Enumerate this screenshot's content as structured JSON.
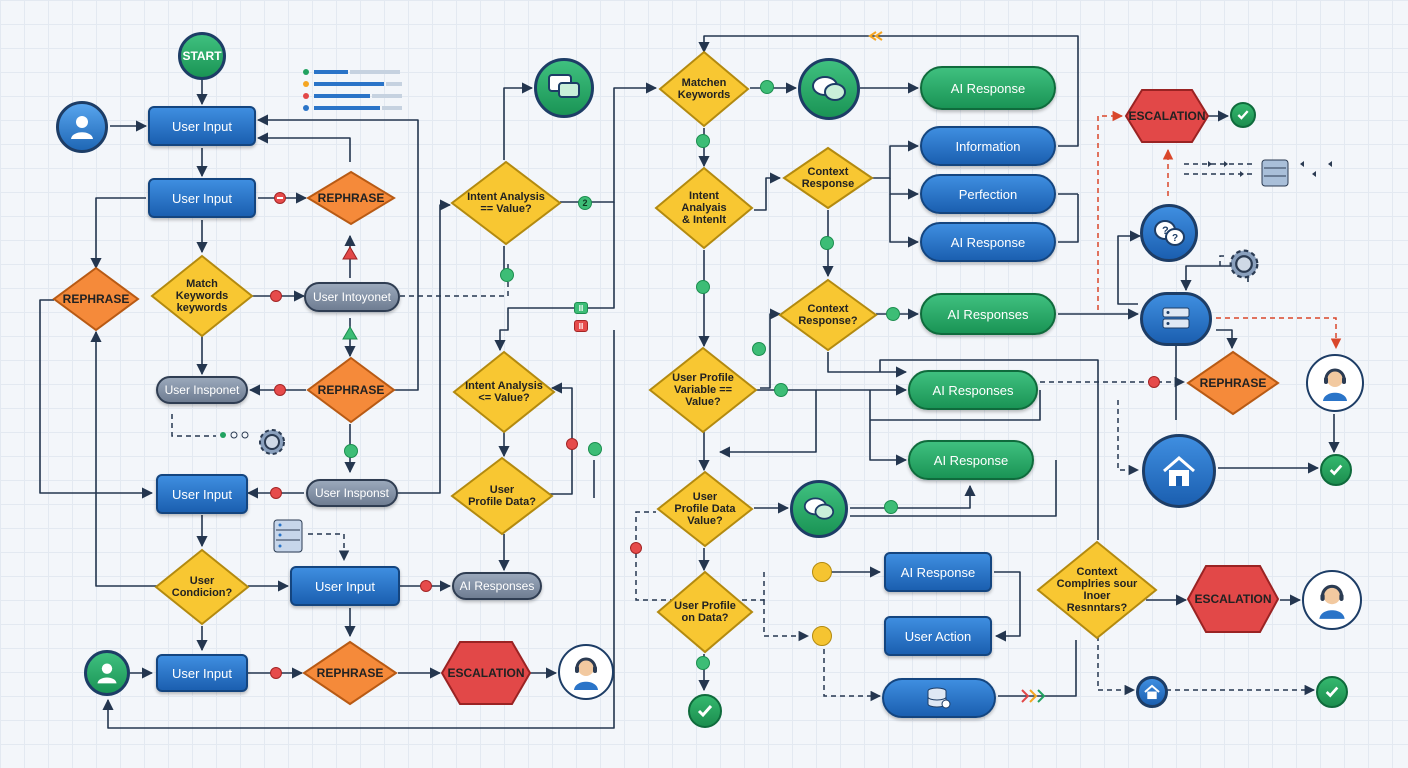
{
  "colors": {
    "blue": "#2a74c8",
    "green": "#21a260",
    "diamond": "#f8c732",
    "orange": "#f58a3a",
    "red": "#e24848",
    "gray": "#7f8da2",
    "edge": "#24364f",
    "dashed_red": "#d9472b"
  },
  "nodes": {
    "start": "START",
    "user_input_1": "User Input",
    "user_input_2": "User Input",
    "rephrase_1": "REPHRASE",
    "rephrase_left": "REPHRASE",
    "match_keywords": "Match\nKeywords\nkeywords",
    "user_intoyonet": "User Intoyonet",
    "user_insponet": "User Insponet",
    "rephrase_2": "REPHRASE",
    "user_input_3": "User Input",
    "user_insponst": "User Insponst",
    "user_condicion": "User\nCondicion?",
    "user_input_4": "User Input",
    "ai_responses_gray": "AI Responses",
    "user_input_5": "User Input",
    "rephrase_3": "REPHRASE",
    "escalation_1": "ESCALATION",
    "intent_analysis_1": "Intent Analysis\n== Value?",
    "intent_analysis_2": "Intent Analysis\n<= Value?",
    "user_profile_data": "User\nProfile Data?",
    "matchen_keywords": "Matchen\nKeywords",
    "intent_analysis_3": "Intent\nAnalyais\n& Intenlt",
    "context_response_1": "Context\nResponse",
    "context_response_2": "Context\nResponse?",
    "user_profile_variable": "User Profile\nVariable ==\nValue?",
    "user_profile_data_value": "User\nProfile Data\nValue?",
    "user_profile_on_data": "User Profile\non Data?",
    "ai_response_top": "AI Response",
    "information": "Information",
    "perfection": "Perfection",
    "ai_response_blue": "AI Response",
    "ai_responses_green_1": "AI Responses",
    "ai_responses_green_2": "AI Responses",
    "ai_response_green": "AI Response",
    "ai_response_blue_2": "AI Response",
    "user_action": "User Action",
    "context_complies": "Context\nComplries sour\nInoer\nResnntars?",
    "escalation_top": "ESCALATION",
    "rephrase_right": "REPHRASE",
    "escalation_right": "ESCALATION"
  },
  "badges": {
    "b2": "2",
    "b_ii": "II"
  },
  "icons": {
    "user": "user-icon",
    "agent": "headset-agent-icon",
    "chat": "chat-bubbles-icon",
    "help": "question-bubbles-icon",
    "gear": "gear-icon",
    "server": "server-icon",
    "database": "database-icon",
    "home": "home-icon",
    "check": "check-icon",
    "error": "x-icon",
    "warning": "warning-icon",
    "list": "list-legend-icon"
  }
}
